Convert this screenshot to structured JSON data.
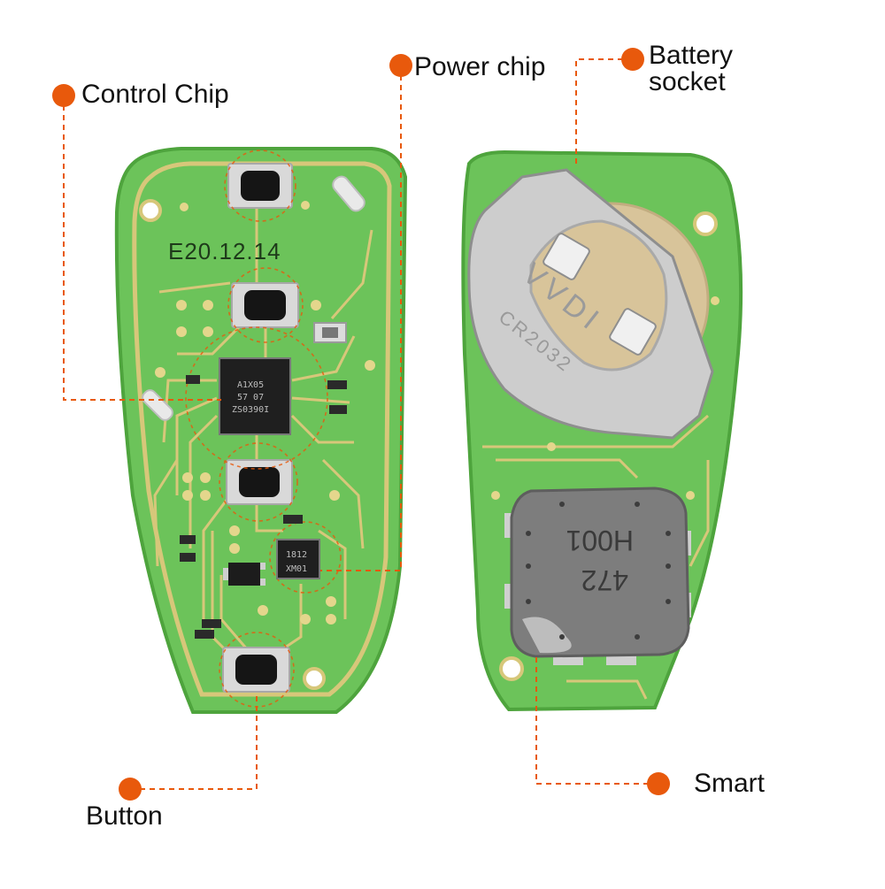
{
  "colors": {
    "accent": "#e8590c",
    "pcb_green": "#6cc35a",
    "pcb_edge": "#4ea43d",
    "trace_gold": "#d7c77a",
    "metal": "#c9c9c9",
    "potting": "#7d7d7d"
  },
  "pcb_front": {
    "date_code": "E20.12.14",
    "control_chip_text": [
      "A1X05",
      "57 07",
      "ZS0390I"
    ],
    "power_chip_text": [
      "XM01",
      "1812"
    ]
  },
  "pcb_back": {
    "battery_marking": [
      "VVDI",
      "CR2032"
    ],
    "module_text": [
      "H001",
      "472"
    ]
  },
  "callouts": {
    "control_chip": "Control Chip",
    "power_chip": "Power chip",
    "battery_socket": "Battery\nsocket",
    "button": "Button",
    "smart": "Smart"
  }
}
